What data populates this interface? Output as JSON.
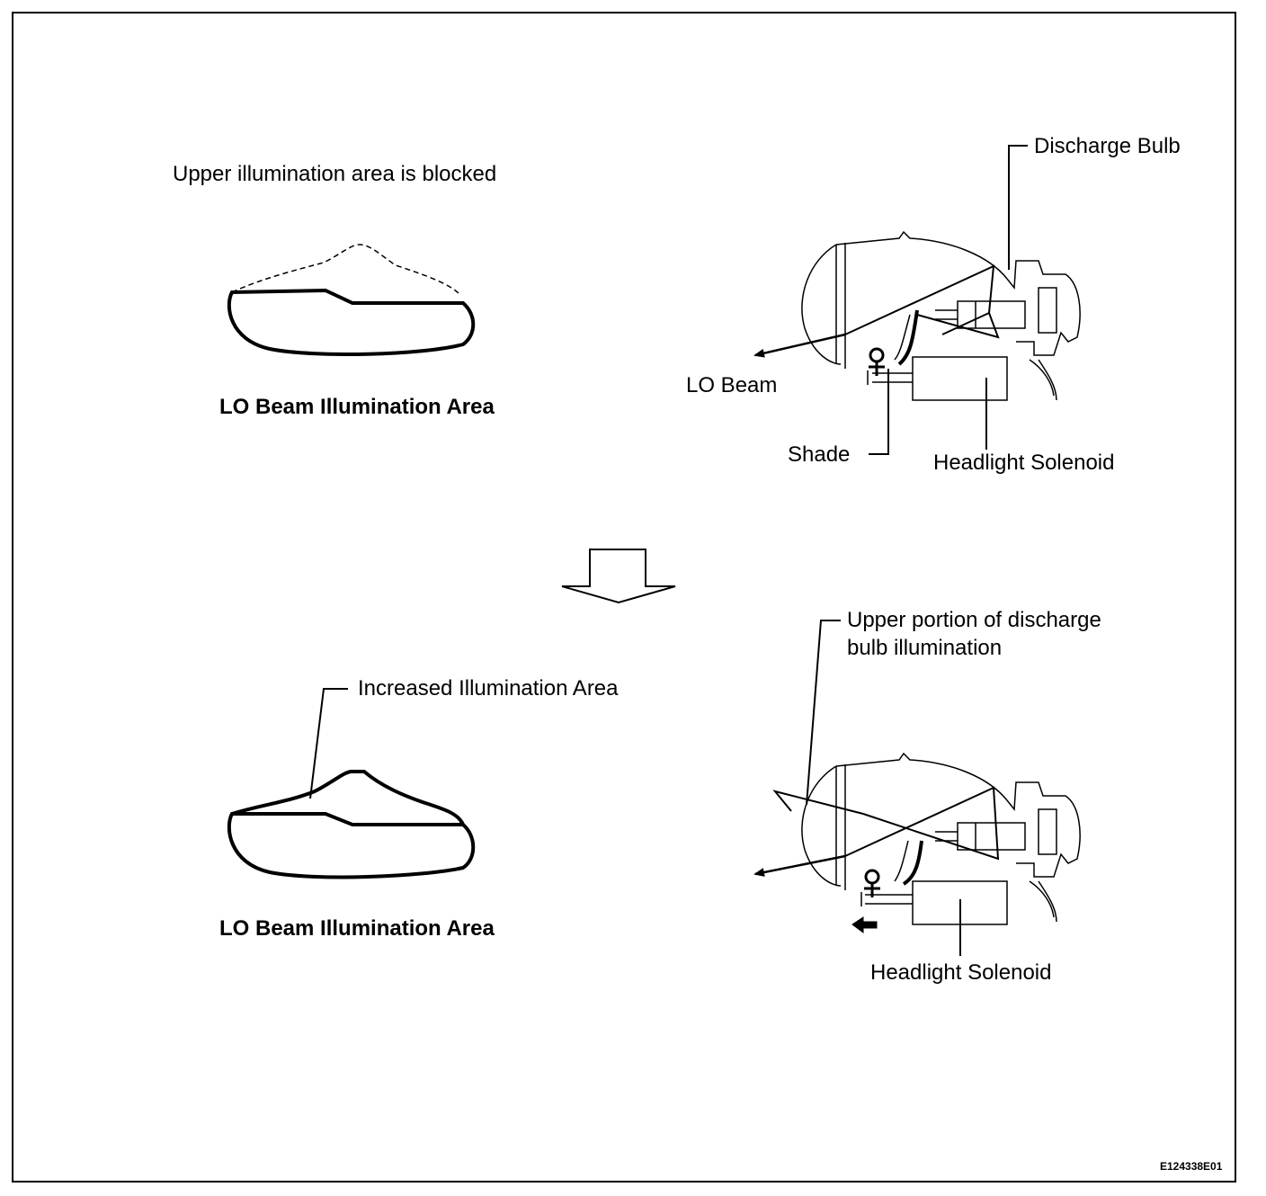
{
  "top": {
    "caption_blocked": "Upper illumination area is blocked",
    "area_title": "LO Beam Illumination Area",
    "discharge_bulb": "Discharge Bulb",
    "lo_beam": "LO Beam",
    "shade": "Shade",
    "solenoid": "Headlight Solenoid"
  },
  "bottom": {
    "increased_area": "Increased Illumination Area",
    "area_title": "LO Beam Illumination Area",
    "upper_portion_line1": "Upper portion of discharge",
    "upper_portion_line2": "bulb illumination",
    "solenoid": "Headlight Solenoid"
  },
  "figure_id": "E124338E01"
}
